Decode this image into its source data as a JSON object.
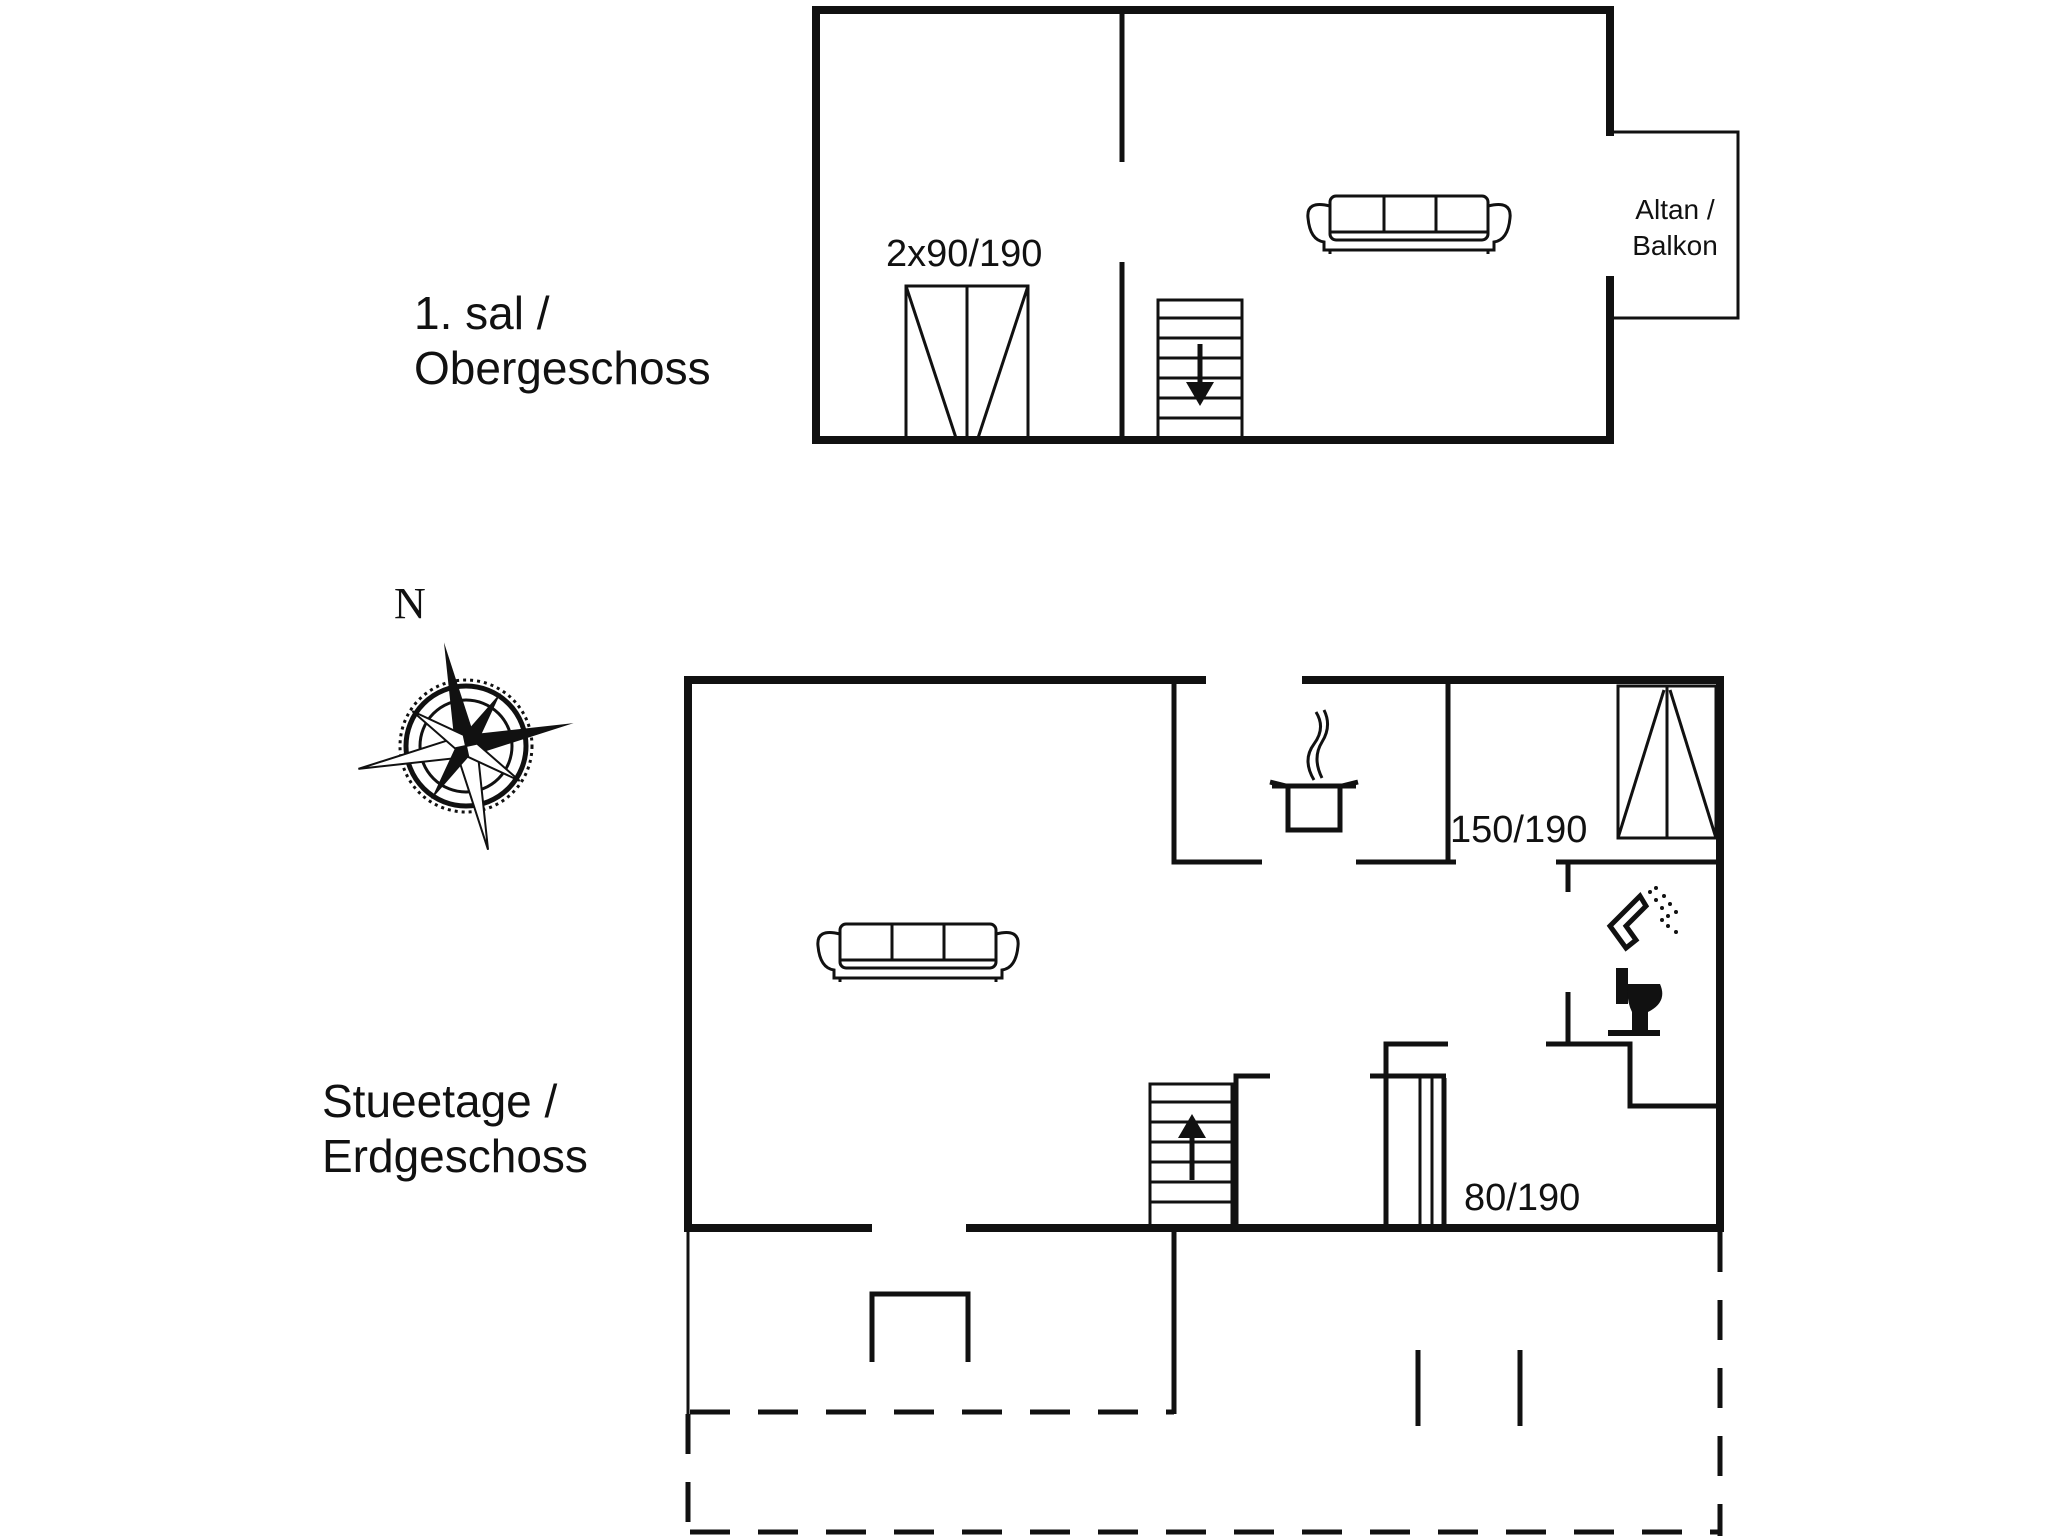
{
  "upper_floor": {
    "label_line1": "1. sal /",
    "label_line2": "Obergeschoss",
    "bed_size": "2x90/190",
    "balcony_line1": "Altan /",
    "balcony_line2": "Balkon"
  },
  "ground_floor": {
    "label_line1": "Stueetage /",
    "label_line2": "Erdgeschoss",
    "bed_size_large": "150/190",
    "bed_size_small": "80/190"
  },
  "compass": {
    "north": "N"
  },
  "colors": {
    "line": "#111111",
    "background": "#ffffff"
  }
}
